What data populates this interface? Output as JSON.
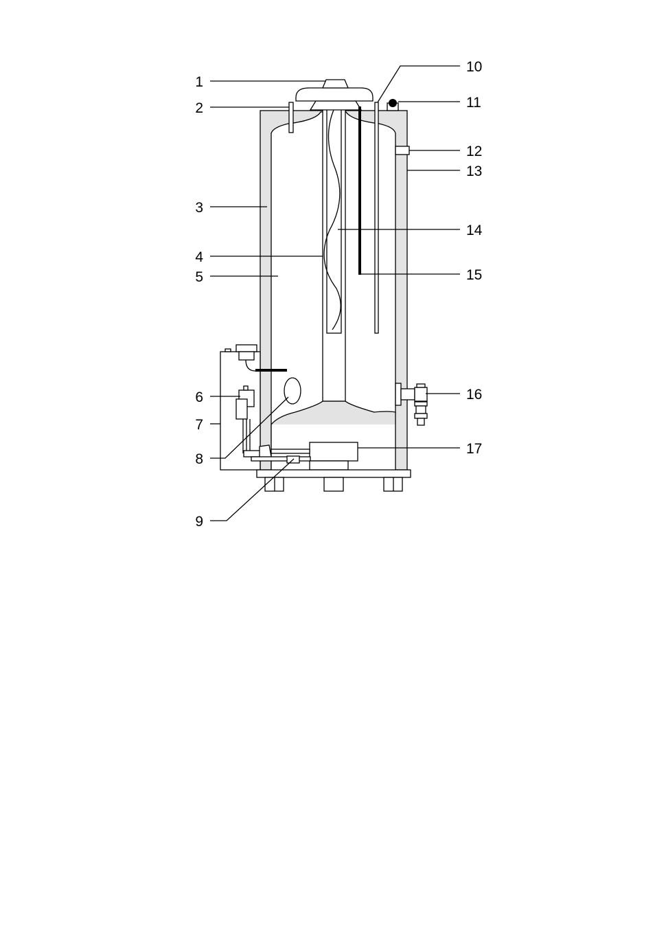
{
  "callouts": {
    "c1": "1",
    "c2": "2",
    "c3": "3",
    "c4": "4",
    "c5": "5",
    "c6": "6",
    "c7": "7",
    "c8": "8",
    "c9": "9",
    "c10": "10",
    "c11": "11",
    "c12": "12",
    "c13": "13",
    "c14": "14",
    "c15": "15",
    "c16": "16",
    "c17": "17"
  },
  "colors": {
    "insulation": "#e3e3e3",
    "line": "#000000",
    "background": "#ffffff"
  }
}
